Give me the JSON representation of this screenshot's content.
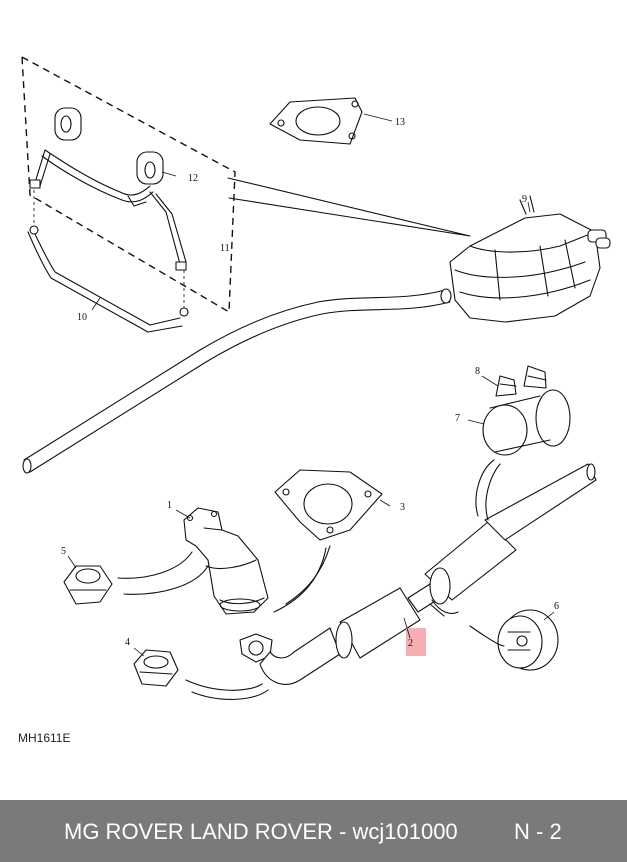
{
  "diagram": {
    "code": "MH1611E",
    "callouts": [
      "1",
      "2",
      "3",
      "4",
      "5",
      "6",
      "7",
      "8",
      "9",
      "10",
      "11",
      "12",
      "13"
    ],
    "highlight_color": "#f4a0a8"
  },
  "footer": {
    "title": "MG ROVER LAND ROVER - wcj101000",
    "page": "N - 2"
  }
}
